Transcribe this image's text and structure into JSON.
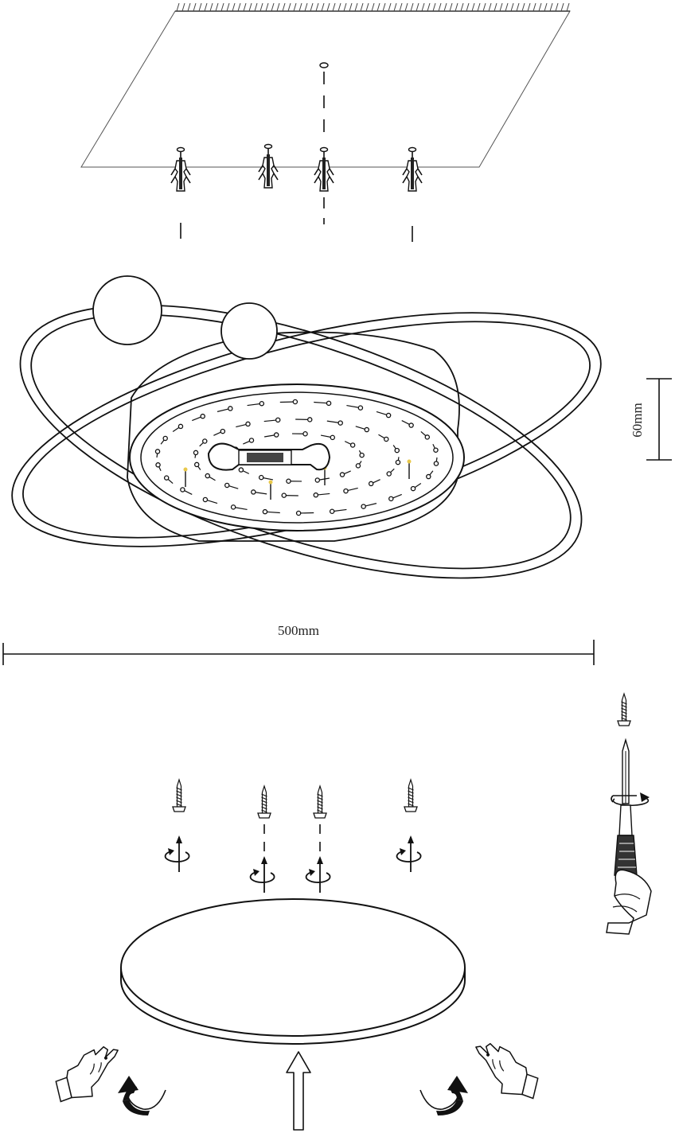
{
  "labels": {
    "width_dimension": "500mm",
    "height_dimension": "60mm"
  },
  "colors": {
    "line": "#111111",
    "paper": "#ffffff",
    "led": "#e8c84a"
  },
  "icons": [
    "ceiling-plate",
    "wall-anchor-icon",
    "screw-icon",
    "rotate-arrow-icon",
    "screwdriver-icon",
    "hand-icon",
    "up-arrow-icon",
    "curved-arrow-icon"
  ]
}
